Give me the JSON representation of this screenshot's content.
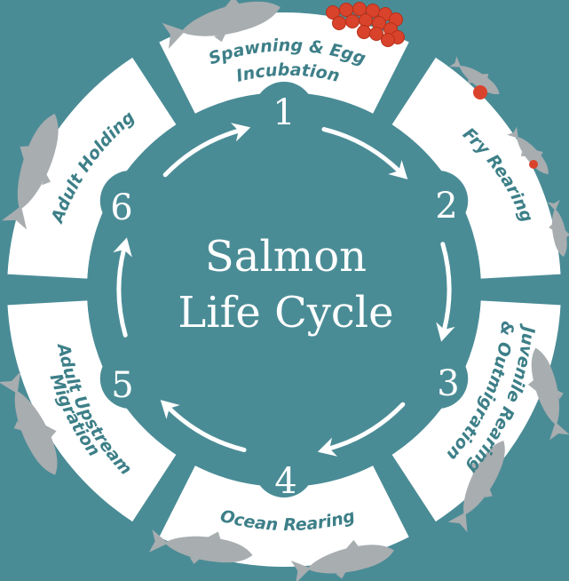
{
  "title": {
    "line1": "Salmon",
    "line2": "Life Cycle"
  },
  "stages": [
    {
      "number": "1",
      "lines": [
        "Spawning & Egg",
        "Incubation"
      ]
    },
    {
      "number": "2",
      "lines": [
        "Fry Rearing"
      ]
    },
    {
      "number": "3",
      "lines": [
        "Juvenile Rearing",
        "& Outmigration"
      ]
    },
    {
      "number": "4",
      "lines": [
        "Ocean Rearing"
      ]
    },
    {
      "number": "5",
      "lines": [
        "Adult Upstream",
        "Migration"
      ]
    },
    {
      "number": "6",
      "lines": [
        "Adult Holding"
      ]
    }
  ],
  "colors": {
    "background": "#4a8c96",
    "ring": "#ffffff",
    "label": "#3d7f88",
    "fish": "#a8adb0",
    "egg": "#d9432b"
  },
  "icons": [
    "salmon-fish-icon",
    "salmon-egg-icon",
    "cycle-arrow-icon"
  ]
}
